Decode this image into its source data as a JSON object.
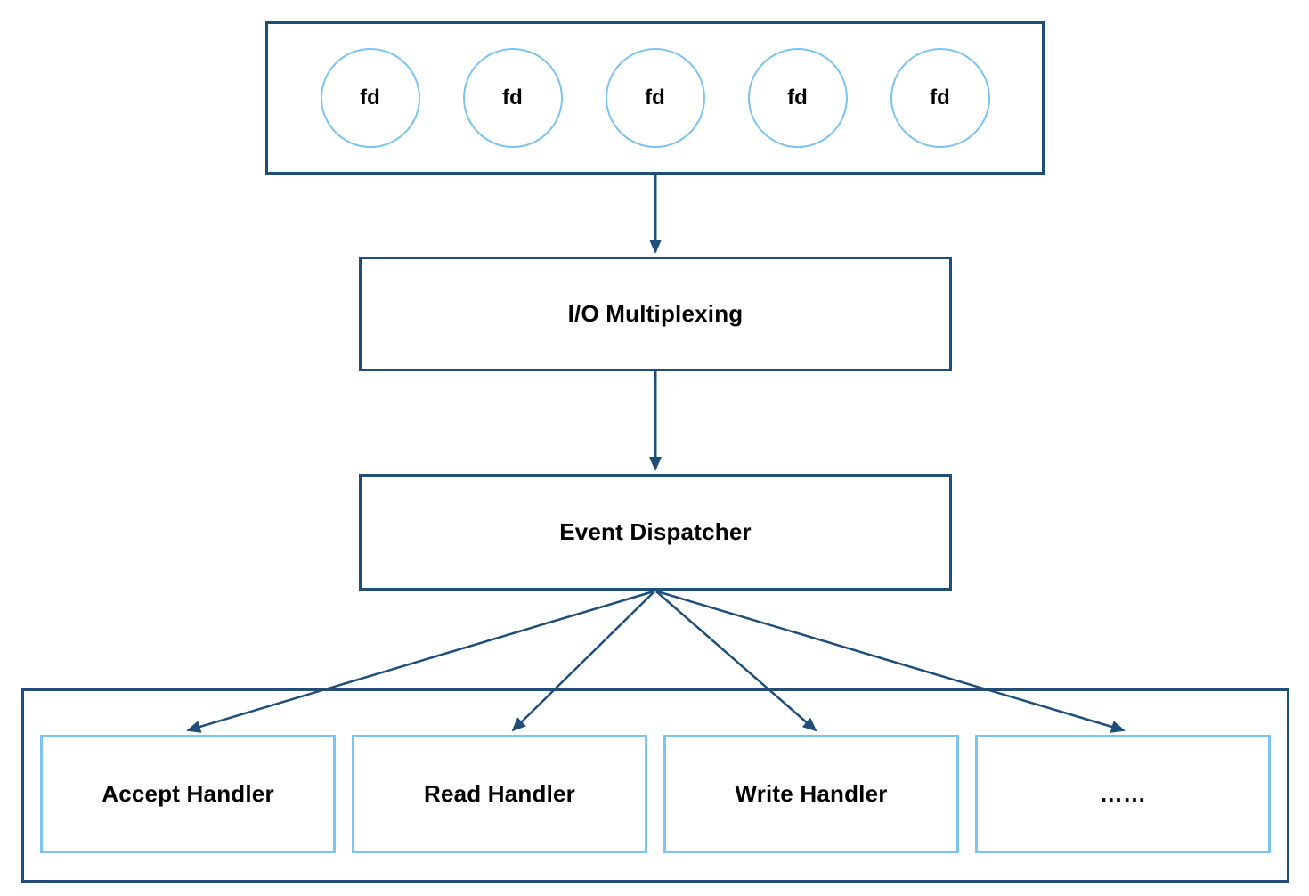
{
  "diagram": {
    "title_implicit": "I/O multiplexing reactor architecture",
    "fd_row": {
      "items": [
        "fd",
        "fd",
        "fd",
        "fd",
        "fd"
      ]
    },
    "io_multiplexing": {
      "label": "I/O Multiplexing"
    },
    "event_dispatcher": {
      "label": "Event Dispatcher"
    },
    "handlers": [
      {
        "label": "Accept Handler"
      },
      {
        "label": "Read Handler"
      },
      {
        "label": "Write Handler"
      },
      {
        "label": "……"
      }
    ]
  },
  "colors": {
    "primary_border": "#1f4e79",
    "secondary_border": "#7cc3f0",
    "arrow": "#1f4e79",
    "text": "#000000",
    "background": "#ffffff"
  }
}
